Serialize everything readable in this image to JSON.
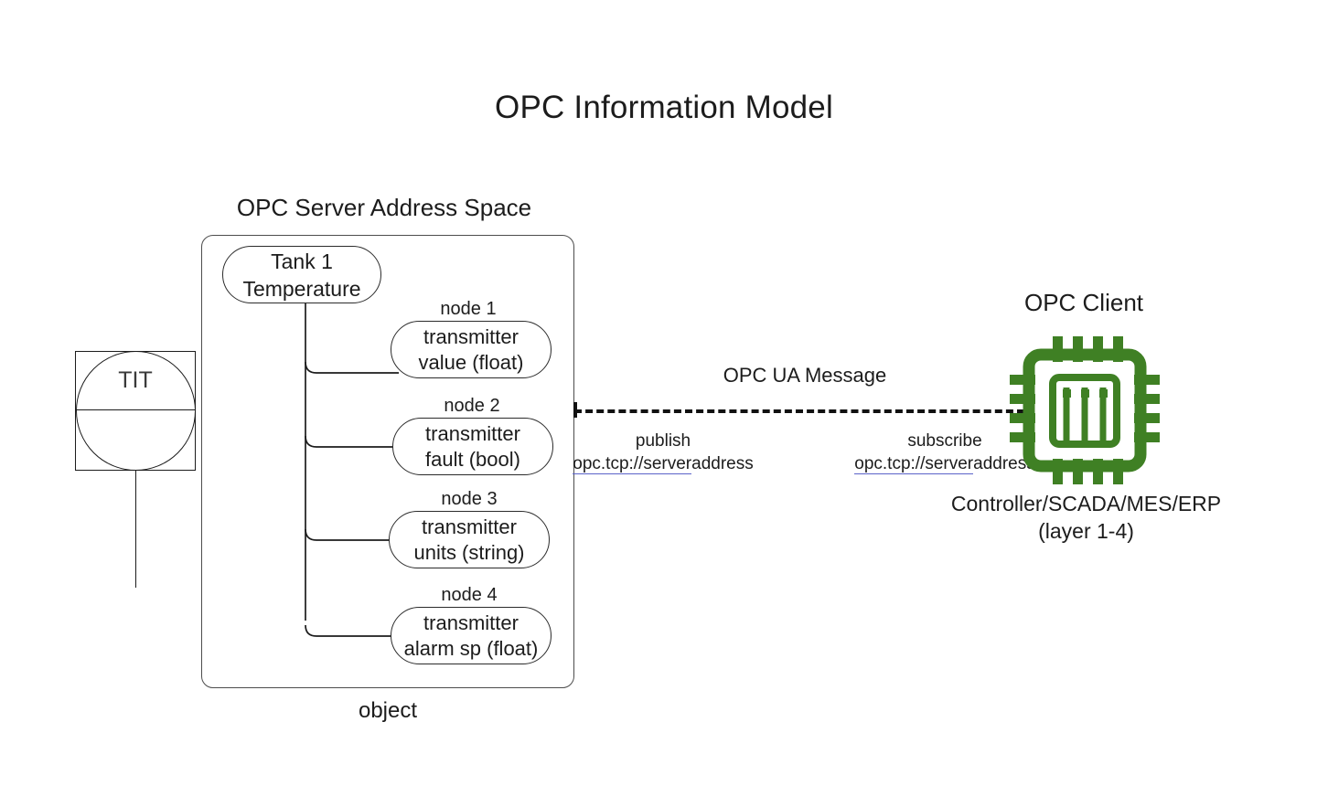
{
  "title": "OPC Information Model",
  "server": {
    "space_label": "OPC Server Address Space",
    "object_label": "object",
    "root_node": {
      "line1": "Tank 1",
      "line2": "Temperature"
    },
    "nodes": [
      {
        "caption": "node 1",
        "line1": "transmitter",
        "line2": "value (float)"
      },
      {
        "caption": "node 2",
        "line1": "transmitter",
        "line2": "fault (bool)"
      },
      {
        "caption": "node 3",
        "line1": "transmitter",
        "line2": "units (string)"
      },
      {
        "caption": "node 4",
        "line1": "transmitter",
        "line2": "alarm sp (float)"
      }
    ]
  },
  "instrument": {
    "tag": "TIT",
    "icon": "instrument-balloon-icon"
  },
  "message": {
    "label": "OPC UA Message",
    "publish": {
      "verb": "publish",
      "url_linked": "opc.tcp://server",
      "url_plain": "address"
    },
    "subscribe": {
      "verb": "subscribe",
      "url_linked": "opc.tcp://server",
      "url_plain": "address"
    }
  },
  "client": {
    "label": "OPC Client",
    "sublabel_line1": "Controller/SCADA/MES/ERP",
    "sublabel_line2": "(layer 1-4)",
    "icon": "cpu-chip-icon",
    "icon_color": "#3f8024"
  },
  "colors": {
    "background": "#ffffff",
    "stroke": "#1c1c1c",
    "container_stroke": "#4d4d4d",
    "chip_green": "#3f8024",
    "link_underline": "#5b63c9"
  }
}
